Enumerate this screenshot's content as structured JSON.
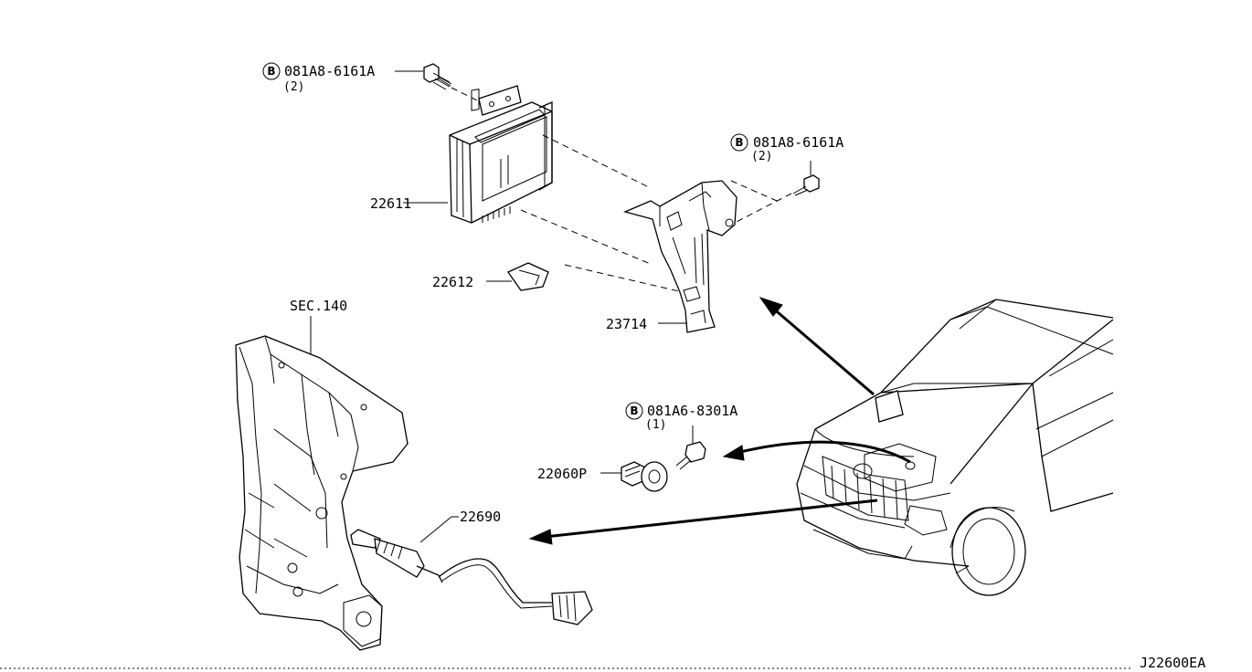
{
  "diagram_id": "J22600EA",
  "labels": {
    "ecm": "22611",
    "ecm_bolt_code": "081A8-6161A",
    "ecm_bolt_qty": "(2)",
    "bracket_bolt_code": "081A8-6161A",
    "bracket_bolt_qty": "(2)",
    "cover": "22612",
    "bracket": "23714",
    "section_ref": "SEC.140",
    "knock_bolt_code": "081A6-8301A",
    "knock_bolt_qty": "(1)",
    "knock_sensor": "22060P",
    "o2_sensor": "22690",
    "bolt_prefix_symbol": "B"
  }
}
